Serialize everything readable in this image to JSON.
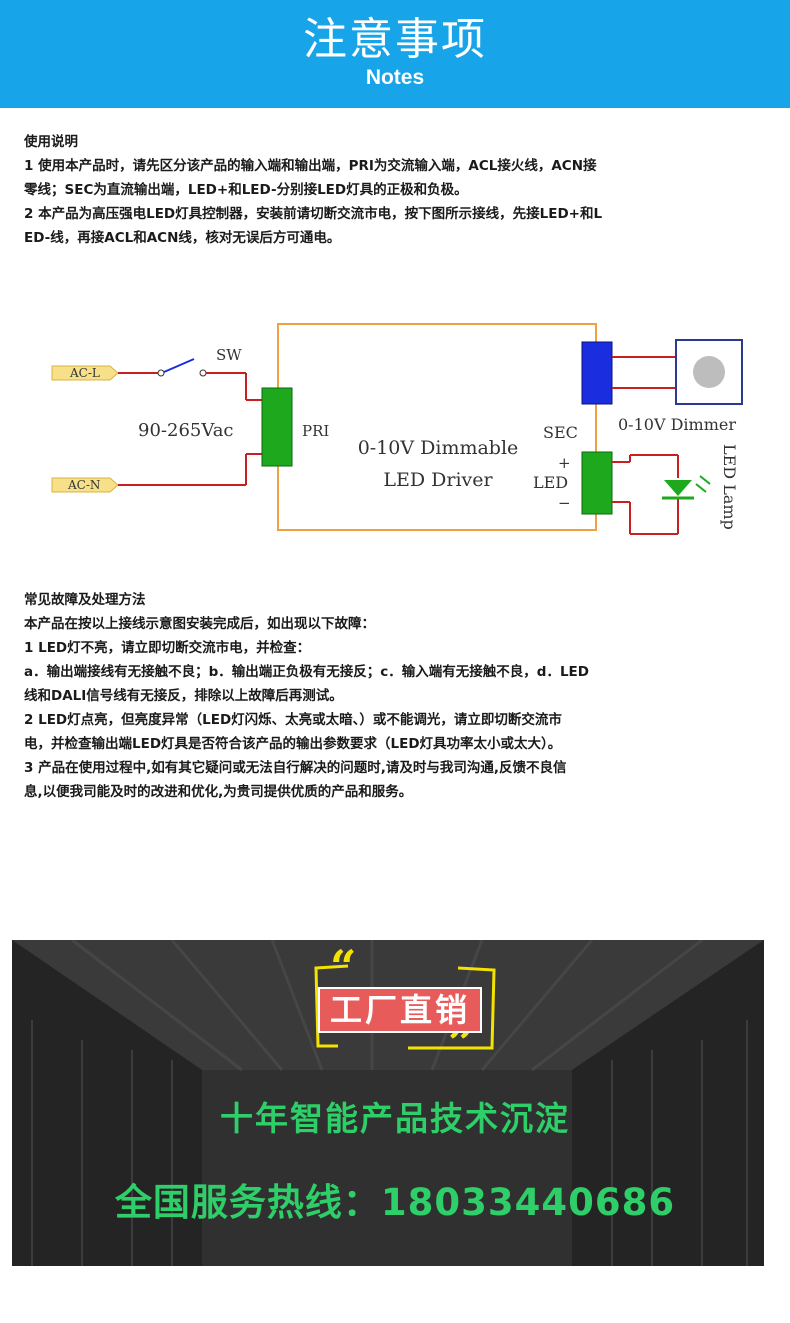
{
  "header": {
    "title": "注意事项",
    "subtitle": "Notes"
  },
  "usage": {
    "heading": "使用说明",
    "lines": [
      "1 使用本产品时，请先区分该产品的输入端和输出端，PRI为交流输入端，ACL接火线，ACN接",
      "零线；SEC为直流输出端，LED+和LED-分别接LED灯具的正极和负极。",
      "2 本产品为高压强电LED灯具控制器，安装前请切断交流市电，按下图所示接线，先接LED+和L",
      "ED-线，再接ACL和ACN线，核对无误后方可通电。"
    ]
  },
  "diagram": {
    "acl": "AC-L",
    "acn": "AC-N",
    "sw": "SW",
    "voltage": "90-265Vac",
    "pri": "PRI",
    "driver_line1": "0-10V Dimmable",
    "driver_line2": "LED Driver",
    "sec": "SEC",
    "plus": "+",
    "led": "LED",
    "minus": "−",
    "dimmer": "0-10V Dimmer",
    "lamp": "LED Lamp",
    "colors": {
      "frame": "#f0a040",
      "pri_block": "#1ea81e",
      "sec_top": "#1a2ee0",
      "sec_bottom": "#1ea81e",
      "wire": "#c82020",
      "label_bg": "#f6e08a"
    }
  },
  "faults": {
    "heading": "常见故障及处理方法",
    "lines": [
      "本产品在按以上接线示意图安装完成后，如出现以下故障：",
      "1  LED灯不亮，请立即切断交流市电，并检查：",
      "a．输出端接线有无接触不良；b．输出端正负极有无接反；c．输入端有无接触不良，d．LED",
      "线和DALI信号线有无接反，排除以上故障后再测试。",
      "2  LED灯点亮，但亮度异常（LED灯闪烁、太亮或太暗、）或不能调光，请立即切断交流市",
      "电，并检查输出端LED灯具是否符合该产品的输出参数要求（LED灯具功率太小或太大）。",
      "3 产品在使用过程中,如有其它疑问或无法自行解决的问题时,请及时与我司沟通,反馈不良信",
      "息,以便我司能及时的改进和优化,为贵司提供优质的产品和服务。"
    ]
  },
  "banner": {
    "badge": "工厂直销",
    "quote_open": "“",
    "quote_close": "”",
    "slogan1": "十年智能产品技术沉淀",
    "slogan2": "全国服务热线：18033440686"
  }
}
